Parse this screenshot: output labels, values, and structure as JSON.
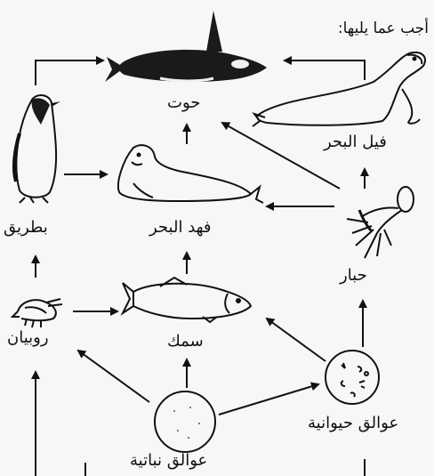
{
  "instruction": "أجب عما يليها:",
  "organisms": {
    "whale": "حوت",
    "elephant_seal": "فيل البحر",
    "penguin": "بطريق",
    "leopard_seal": "فهد البحر",
    "squid": "حبار",
    "shrimp": "روبيان",
    "fish": "سمك",
    "zooplankton": "عوالق حيوانية",
    "phytoplankton": "عوالق نباتية"
  }
}
